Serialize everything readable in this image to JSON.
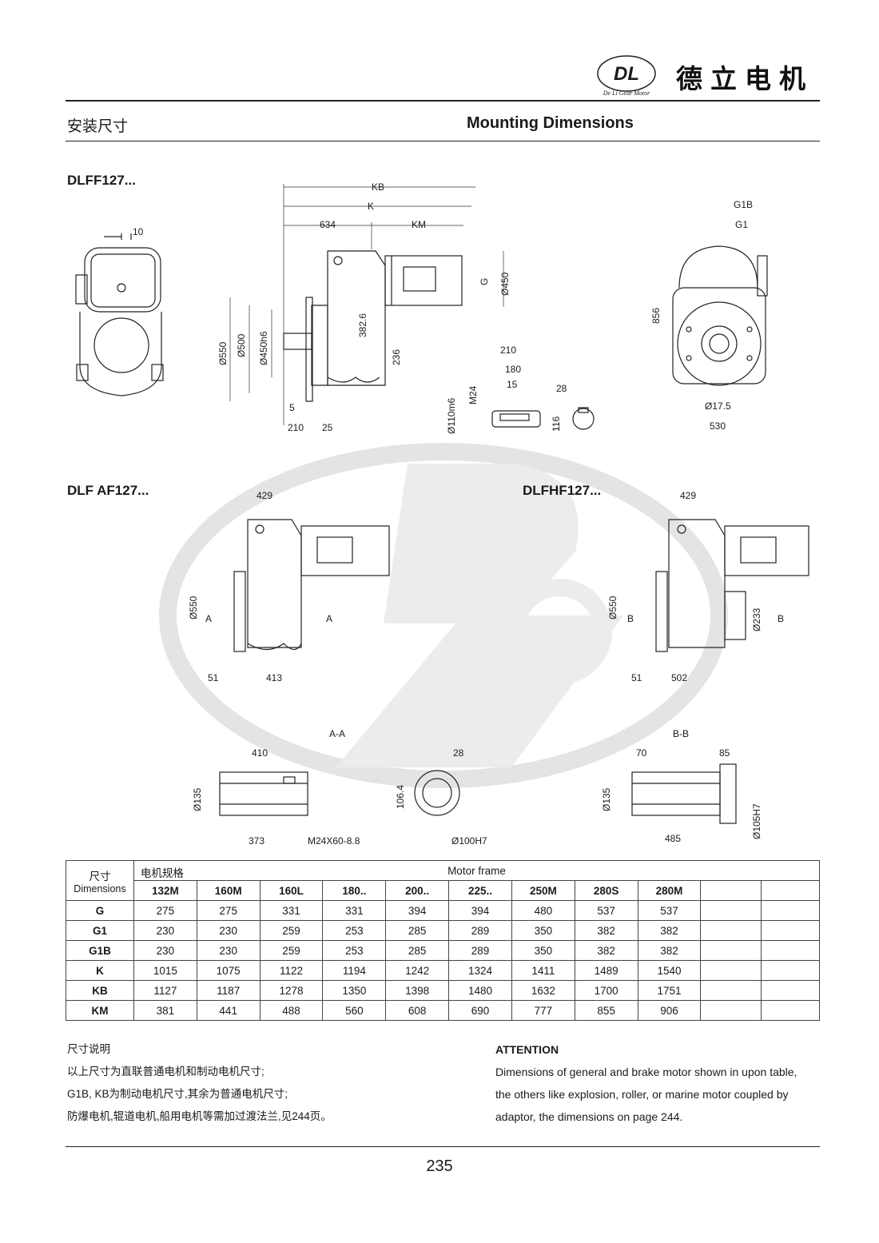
{
  "header": {
    "brand_zh": "德立电机",
    "logo_latin": "De Li Gear Motor",
    "logo_mark": "DL"
  },
  "section": {
    "title_zh": "安装尺寸",
    "title_en": "Mounting Dimensions"
  },
  "models": {
    "m1": "DLFF127...",
    "m2": "DLF AF127...",
    "m3": "DLFHF127..."
  },
  "dims": {
    "kb": "KB",
    "k": "K",
    "d634": "634",
    "km": "KM",
    "d10": "10",
    "g": "G",
    "d450": "Ø450",
    "d550": "Ø550",
    "d500": "Ø500",
    "d450h6": "Ø450h6",
    "d3826": "382.6",
    "d236": "236",
    "d5": "5",
    "d210": "210",
    "d25": "25",
    "k210": "210",
    "k180": "180",
    "k15": "15",
    "m24": "M24",
    "d110m6": "Ø110m6",
    "d28": "28",
    "d116": "116",
    "g1b": "G1B",
    "g1": "G1",
    "d856": "856",
    "d175": "Ø17.5",
    "d530": "530",
    "af429": "429",
    "af550": "Ø550",
    "sec_a": "A",
    "af51": "51",
    "af413": "413",
    "hf429": "429",
    "hf550": "Ø550",
    "hf233": "Ø233",
    "sec_b": "B",
    "hf51": "51",
    "hf502": "502",
    "aa": "A-A",
    "aa410": "410",
    "aa135": "Ø135",
    "aa373": "373",
    "aa_m24": "M24X60-8.8",
    "aa28": "28",
    "aa1064": "106.4",
    "aa100": "Ø100H7",
    "bb": "B-B",
    "bb70": "70",
    "bb85": "85",
    "bb135": "Ø135",
    "bb485": "485",
    "bb105": "Ø105H7"
  },
  "table": {
    "corner_zh": "尺寸",
    "corner_en": "Dimensions",
    "group_zh": "电机规格",
    "group_en": "Motor frame",
    "frames": [
      "132M",
      "160M",
      "160L",
      "180..",
      "200..",
      "225..",
      "250M",
      "280S",
      "280M",
      "",
      ""
    ],
    "rows": [
      {
        "label": "G",
        "values": [
          "275",
          "275",
          "331",
          "331",
          "394",
          "394",
          "480",
          "537",
          "537",
          "",
          ""
        ]
      },
      {
        "label": "G1",
        "values": [
          "230",
          "230",
          "259",
          "253",
          "285",
          "289",
          "350",
          "382",
          "382",
          "",
          ""
        ]
      },
      {
        "label": "G1B",
        "values": [
          "230",
          "230",
          "259",
          "253",
          "285",
          "289",
          "350",
          "382",
          "382",
          "",
          ""
        ]
      },
      {
        "label": "K",
        "values": [
          "1015",
          "1075",
          "1122",
          "1194",
          "1242",
          "1324",
          "1411",
          "1489",
          "1540",
          "",
          ""
        ]
      },
      {
        "label": "KB",
        "values": [
          "1127",
          "1187",
          "1278",
          "1350",
          "1398",
          "1480",
          "1632",
          "1700",
          "1751",
          "",
          ""
        ]
      },
      {
        "label": "KM",
        "values": [
          "381",
          "441",
          "488",
          "560",
          "608",
          "690",
          "777",
          "855",
          "906",
          "",
          ""
        ]
      }
    ]
  },
  "notes": {
    "zh_title": "尺寸说明",
    "zh_1": "以上尺寸为直联普通电机和制动电机尺寸;",
    "zh_2": "G1B, KB为制动电机尺寸,其余为普通电机尺寸;",
    "zh_3": "防爆电机,辊道电机,船用电机等需加过渡法兰,见244页。",
    "en_title": "ATTENTION",
    "en_1": "Dimensions of general and brake motor shown in upon table,",
    "en_2": "the others like explosion, roller, or marine motor coupled by",
    "en_3": "adaptor, the dimensions on page 244."
  },
  "footer": {
    "page": "235"
  }
}
